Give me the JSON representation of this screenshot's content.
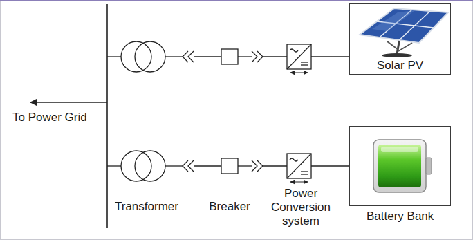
{
  "diagram": {
    "nodes": [
      {
        "text": [
          "Solar PV"
        ]
      },
      {
        "text": [
          "Battery Bank"
        ]
      }
    ],
    "labels": [
      "To Power Grid",
      "Transformer",
      "Breaker",
      "Power Conversion system"
    ]
  }
}
